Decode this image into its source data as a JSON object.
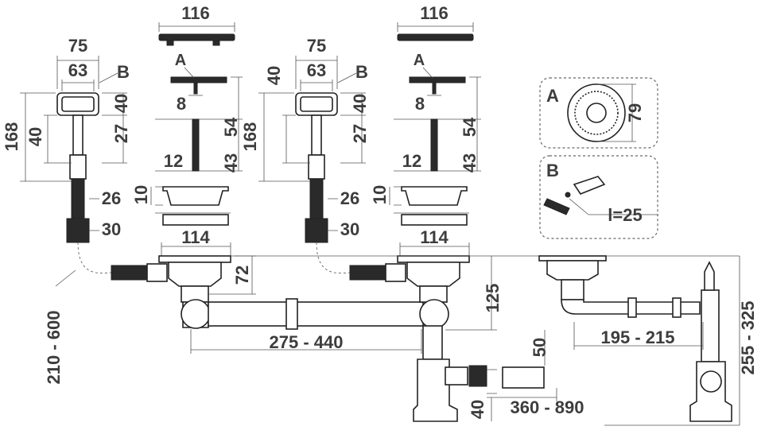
{
  "left_assembly": {
    "overflow": {
      "head_width_outer": "75",
      "head_width_inner": "63",
      "label": "B",
      "height_total": "168",
      "head_offset": "40",
      "head_height": "40",
      "head_to_pipe": "27",
      "pipe_diameter": "26",
      "nut_diameter": "30"
    },
    "plug": {
      "cap_width": "116",
      "label": "A",
      "screw_diameter": "8",
      "plug_height": "54",
      "screw_length": "12",
      "screw_body": "43",
      "basket_height": "10",
      "strainer_width": "114"
    },
    "drain": {
      "depth": "72",
      "hose_length": "210 - 600",
      "spacing": "275 - 440"
    }
  },
  "middle_assembly": {
    "overflow": {
      "head_width_outer": "75",
      "head_width_inner": "63",
      "label": "B",
      "height_total": "168",
      "head_offset": "40",
      "head_height": "40",
      "head_to_pipe": "27",
      "pipe_diameter": "26",
      "nut_diameter": "30"
    },
    "plug": {
      "cap_width": "116",
      "label": "A",
      "screw_diameter": "8",
      "plug_height": "54",
      "screw_length": "12",
      "screw_body": "43",
      "basket_height": "10",
      "strainer_width": "114"
    },
    "drain": {
      "trap_depth": "125",
      "outlet_diameter": "50",
      "outlet_height": "40",
      "outlet_length": "360 - 890"
    }
  },
  "right_assembly": {
    "spacing": "195 - 215",
    "height": "255 - 325"
  },
  "detail_a": {
    "label": "A",
    "diameter": "79"
  },
  "detail_b": {
    "label": "B",
    "length": "l=25"
  }
}
